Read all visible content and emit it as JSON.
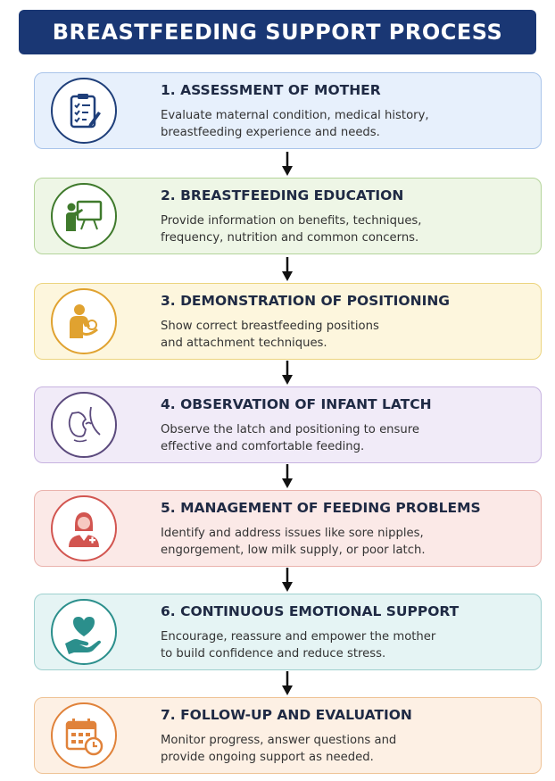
{
  "title": "BREASTFEEDING SUPPORT PROCESS",
  "steps": [
    {
      "title": "1. ASSESSMENT OF MOTHER",
      "desc_line1": "Evaluate maternal condition, medical history,",
      "desc_line2": "breastfeeding experience and needs.",
      "icon": "clipboard-checklist-icon",
      "bg": "#e7f0fc",
      "border": "#a9c4ea",
      "icon_color": "#1f3f7a"
    },
    {
      "title": "2. BREASTFEEDING EDUCATION",
      "desc_line1": "Provide information on benefits, techniques,",
      "desc_line2": "frequency, nutrition and common concerns.",
      "icon": "teacher-board-icon",
      "bg": "#eef6e6",
      "border": "#b4d49a",
      "icon_color": "#3f7a2c"
    },
    {
      "title": "3. DEMONSTRATION OF POSITIONING",
      "desc_line1": "Show correct breastfeeding positions",
      "desc_line2": "and attachment techniques.",
      "icon": "mother-baby-icon",
      "bg": "#fdf6dd",
      "border": "#ecd47e",
      "icon_color": "#e0a230"
    },
    {
      "title": "4. OBSERVATION OF INFANT LATCH",
      "desc_line1": "Observe the latch and positioning to ensure",
      "desc_line2": "effective and comfortable feeding.",
      "icon": "infant-latch-icon",
      "bg": "#f1ebf8",
      "border": "#c7b3e0",
      "icon_color": "#5b4a7d"
    },
    {
      "title": "5. MANAGEMENT OF FEEDING PROBLEMS",
      "desc_line1": "Identify and address issues like sore nipples,",
      "desc_line2": "engorgement, low milk supply, or poor latch.",
      "icon": "nurse-icon",
      "bg": "#fbe9e7",
      "border": "#eab3ad",
      "icon_color": "#d25550"
    },
    {
      "title": "6. CONTINUOUS EMOTIONAL SUPPORT",
      "desc_line1": "Encourage, reassure and empower the mother",
      "desc_line2": "to build confidence and reduce stress.",
      "icon": "heart-hand-icon",
      "bg": "#e5f4f4",
      "border": "#9fd0cf",
      "icon_color": "#2b8f8c"
    },
    {
      "title": "7. FOLLOW-UP AND EVALUATION",
      "desc_line1": "Monitor progress, answer questions and",
      "desc_line2": "provide ongoing support as needed.",
      "icon": "calendar-clock-icon",
      "bg": "#fdf0e4",
      "border": "#efc396",
      "icon_color": "#e0823a"
    }
  ]
}
